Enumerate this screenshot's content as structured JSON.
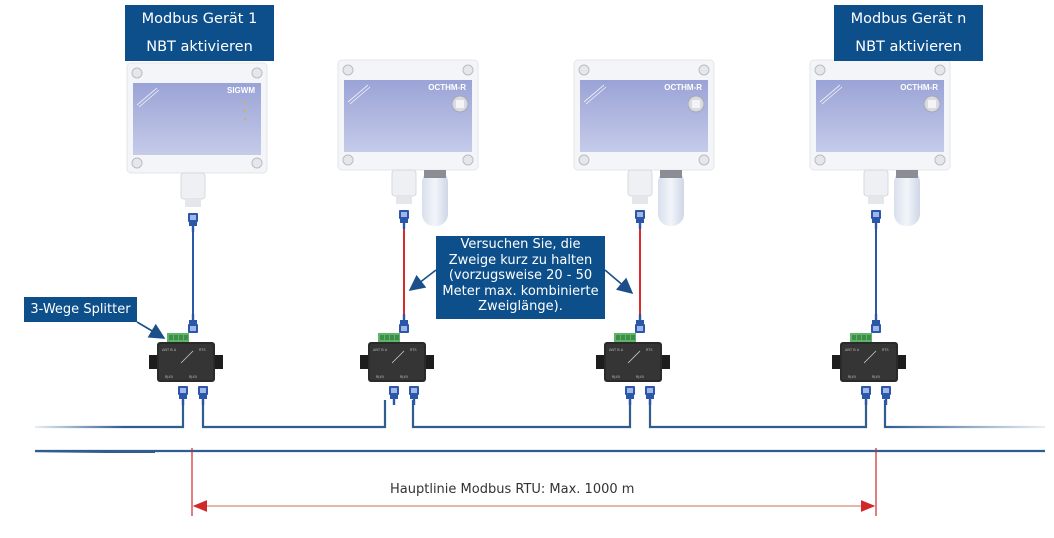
{
  "device_labels": {
    "first": {
      "name": "Modbus Gerät 1",
      "action": "NBT aktivieren"
    },
    "last": {
      "name": "Modbus Gerät n",
      "action": "NBT aktivieren"
    }
  },
  "splitter_label": "3-Wege Splitter",
  "branch_note": [
    "Versuchen Sie, die",
    "Zweige kurz zu halten",
    "(vorzugsweise 20 - 50",
    "Meter max. kombinierte",
    "Zweiglänge)."
  ],
  "main_line_label": "Hauptlinie Modbus RTU: Max. 1000 m",
  "devices": [
    {
      "model": "SIGWM",
      "type": "gas-sensor",
      "branch_color": "#2b57a8"
    },
    {
      "model": "OCTHM-R",
      "type": "humidity-sensor",
      "branch_color": "#d92b2b"
    },
    {
      "model": "OCTHM-R",
      "type": "humidity-sensor",
      "branch_color": "#d92b2b"
    },
    {
      "model": "OCTHM-R",
      "type": "humidity-sensor",
      "branch_color": "#2b57a8"
    }
  ],
  "colors": {
    "label_bg": "#0c4f8b",
    "bus_line": "#2e5d8e",
    "dimension_arrow": "#d0282b",
    "cable": "#2b57a8",
    "branch_highlight": "#d92b2b"
  }
}
